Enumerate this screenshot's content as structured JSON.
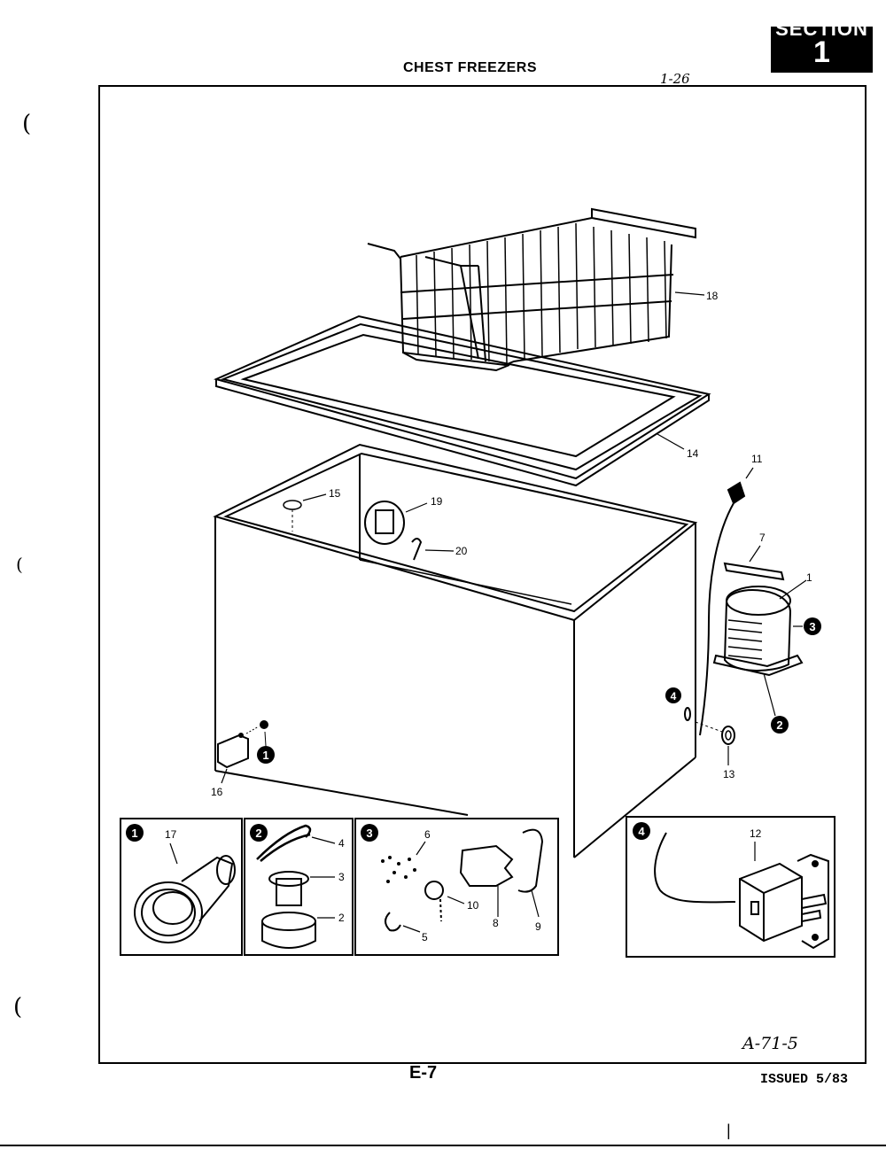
{
  "header": {
    "section_label": "SECTION",
    "section_number": "1",
    "title": "CHEST FREEZERS",
    "handwritten_ref": "1-26"
  },
  "footer": {
    "page_code": "E-7",
    "issued": "ISSUED 5/83",
    "ref_code": "A-71-5"
  },
  "margin_marks": [
    "(",
    "(",
    "(",
    "|"
  ],
  "callouts": {
    "c1": "1",
    "c7": "7",
    "c11": "11",
    "c13": "13",
    "c14": "14",
    "c15": "15",
    "c16": "16",
    "c18": "18",
    "c19": "19",
    "c20": "20"
  },
  "detail_keys": [
    "1",
    "2",
    "3",
    "4"
  ],
  "insets": {
    "inset1": {
      "key": "1",
      "labels": {
        "l17": "17"
      }
    },
    "inset2": {
      "key": "2",
      "labels": {
        "l4": "4",
        "l3": "3",
        "l2": "2"
      }
    },
    "inset3": {
      "key": "3",
      "labels": {
        "l6": "6",
        "l10": "10",
        "l8": "8",
        "l9": "9",
        "l5": "5"
      }
    },
    "inset4": {
      "key": "4",
      "labels": {
        "l12": "12"
      }
    }
  }
}
